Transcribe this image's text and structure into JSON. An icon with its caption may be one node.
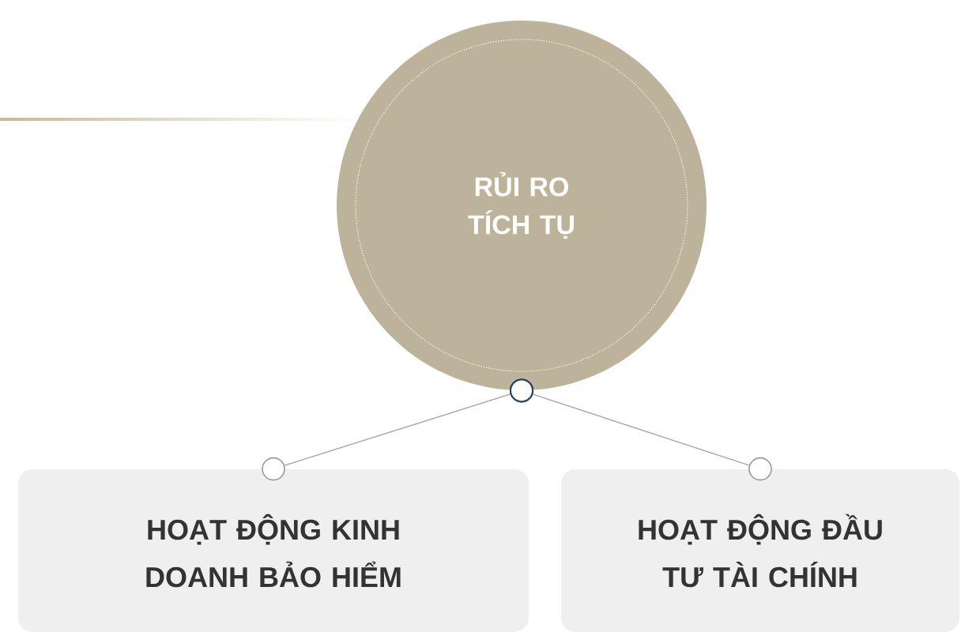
{
  "diagram": {
    "nodes": [
      {
        "text": [
          "RỦI RO TÍCH TỤ"
        ]
      },
      {
        "text": [
          "HOẠT ĐỘNG KINH DOANH BẢO HIỂM"
        ]
      },
      {
        "text": [
          "HOẠT ĐỘNG ĐẦU TƯ TÀI CHÍNH"
        ]
      }
    ],
    "edges": [
      {
        "from": 0,
        "to": 1,
        "arrow": "other"
      },
      {
        "from": 0,
        "to": 2,
        "arrow": "other"
      }
    ]
  }
}
